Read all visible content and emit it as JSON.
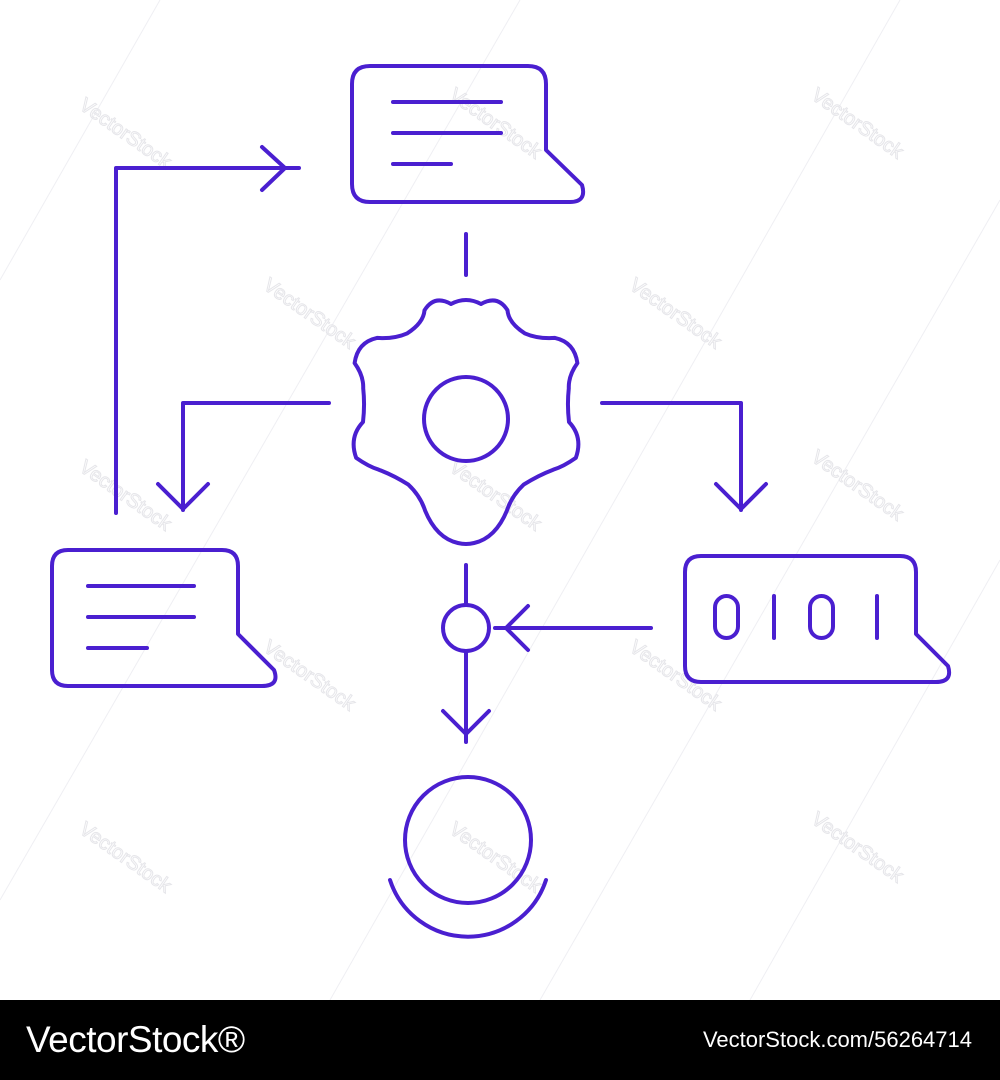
{
  "colors": {
    "line": "#4a1fd0",
    "background": "#ffffff",
    "footer_background": "#000000",
    "footer_text": "#ffffff"
  },
  "diagram": {
    "nodes": [
      {
        "id": "top-message",
        "kind": "speech-bubble",
        "icon": "text-lines"
      },
      {
        "id": "center-gear",
        "kind": "gear",
        "icon": "gear-icon"
      },
      {
        "id": "left-message",
        "kind": "speech-bubble",
        "icon": "text-lines"
      },
      {
        "id": "binary-message",
        "kind": "speech-bubble",
        "text": "0101"
      },
      {
        "id": "merge-node",
        "kind": "junction",
        "icon": "circle"
      },
      {
        "id": "output",
        "kind": "user-circle",
        "icon": "circle-with-base"
      }
    ],
    "edges": [
      {
        "from": "left-message",
        "to": "top-message"
      },
      {
        "from": "top-message",
        "to": "center-gear"
      },
      {
        "from": "center-gear",
        "to": "left-message"
      },
      {
        "from": "center-gear",
        "to": "binary-message"
      },
      {
        "from": "center-gear",
        "to": "merge-node"
      },
      {
        "from": "binary-message",
        "to": "merge-node"
      },
      {
        "from": "merge-node",
        "to": "output"
      }
    ]
  },
  "watermark": "VectorStock",
  "footer": {
    "brand": "VectorStock®",
    "image_id": "VectorStock.com/56264714"
  }
}
